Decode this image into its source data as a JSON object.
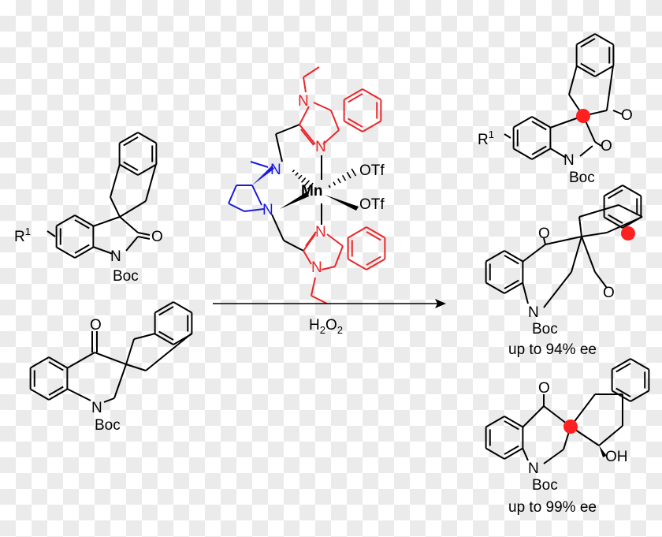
{
  "colors": {
    "ligand_benzimidazole": "#e8262a",
    "ligand_pyrrolidine": "#1a1adc",
    "stereocenter": "#ff2020"
  },
  "substrate1": {
    "r": "R",
    "r_sup": "1",
    "o": "O",
    "n": "N",
    "boc": "Boc"
  },
  "substrate2": {
    "o": "O",
    "n": "N",
    "boc": "Boc"
  },
  "catalyst": {
    "metal": "Mn",
    "otf1": "OTf",
    "otf2": "OTf",
    "n_top": "N",
    "n_bottom": "N",
    "n_amine": "N",
    "n_pyrrolidine": "N",
    "n_ethyl_top": "N",
    "n_ethyl_bottom": "N"
  },
  "reagent": {
    "text": "H",
    "sub": "2",
    "text2": "O",
    "sub2": "2"
  },
  "product1": {
    "r": "R",
    "r_sup": "1",
    "o1": "O",
    "o2": "O",
    "n": "N",
    "boc": "Boc"
  },
  "product2": {
    "o1": "O",
    "o2": "O",
    "n": "N",
    "boc": "Boc",
    "ee": "up to 94% ee"
  },
  "product3": {
    "o": "O",
    "oh": "OH",
    "n": "N",
    "boc": "Boc",
    "ee": "up to 99% ee"
  }
}
